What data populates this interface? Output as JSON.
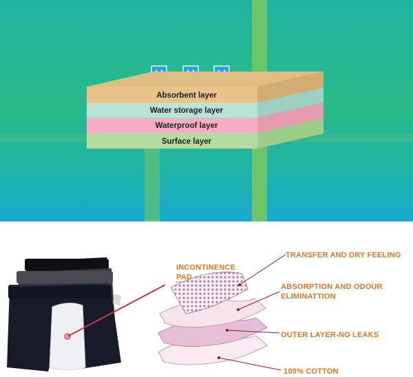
{
  "top_diagram": {
    "layers": [
      {
        "label": "Absorbent layer",
        "color": "#e8c48a"
      },
      {
        "label": "Water storage layer",
        "color": "#b9e2d9"
      },
      {
        "label": "Waterproof layer",
        "color": "#f2afc4"
      },
      {
        "label": "Surface layer",
        "color": "#b5dca0"
      }
    ],
    "water_drop_icons": 3
  },
  "bottom_diagram": {
    "pad_label_line1": "INCONTINENCE",
    "pad_label_line2": "PAD",
    "callouts": [
      {
        "line1": "TRANSFER AND DRY FEELING",
        "line2": ""
      },
      {
        "line1": "ABSORPTION AND ODOUR",
        "line2": "ELIMINATTION"
      },
      {
        "line1": "OUTER LAYER-NO LEAKS",
        "line2": ""
      },
      {
        "line1": "100% COTTON",
        "line2": ""
      }
    ],
    "accent_color": "#e8741f"
  }
}
